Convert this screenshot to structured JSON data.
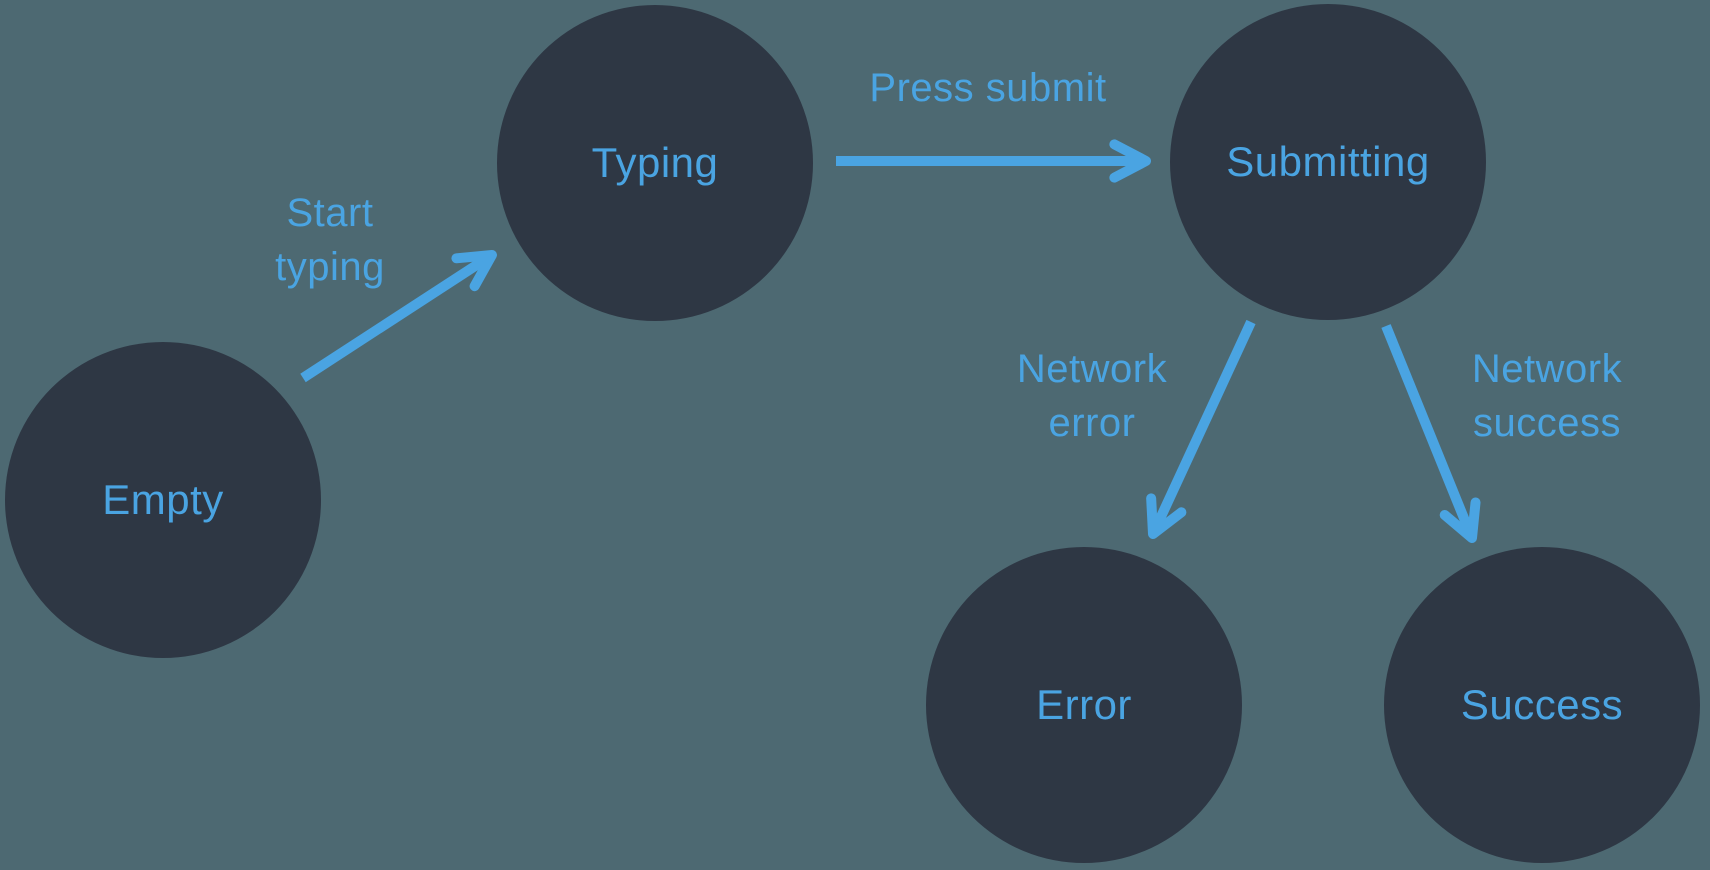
{
  "diagram": {
    "type": "state-machine",
    "background_color": "#4d6972",
    "node_color": "#2e3744",
    "accent_color": "#4aa4e2",
    "nodes": [
      {
        "id": "empty",
        "label": "Empty"
      },
      {
        "id": "typing",
        "label": "Typing"
      },
      {
        "id": "submitting",
        "label": "Submitting"
      },
      {
        "id": "error",
        "label": "Error"
      },
      {
        "id": "success",
        "label": "Success"
      }
    ],
    "edges": [
      {
        "id": "start-typing",
        "label": "Start\ntyping",
        "from": "Empty",
        "to": "Typing"
      },
      {
        "id": "press-submit",
        "label": "Press submit",
        "from": "Typing",
        "to": "Submitting"
      },
      {
        "id": "network-error",
        "label": "Network\nerror",
        "from": "Submitting",
        "to": "Error"
      },
      {
        "id": "network-success",
        "label": "Network\nsuccess",
        "from": "Submitting",
        "to": "Success"
      }
    ]
  }
}
